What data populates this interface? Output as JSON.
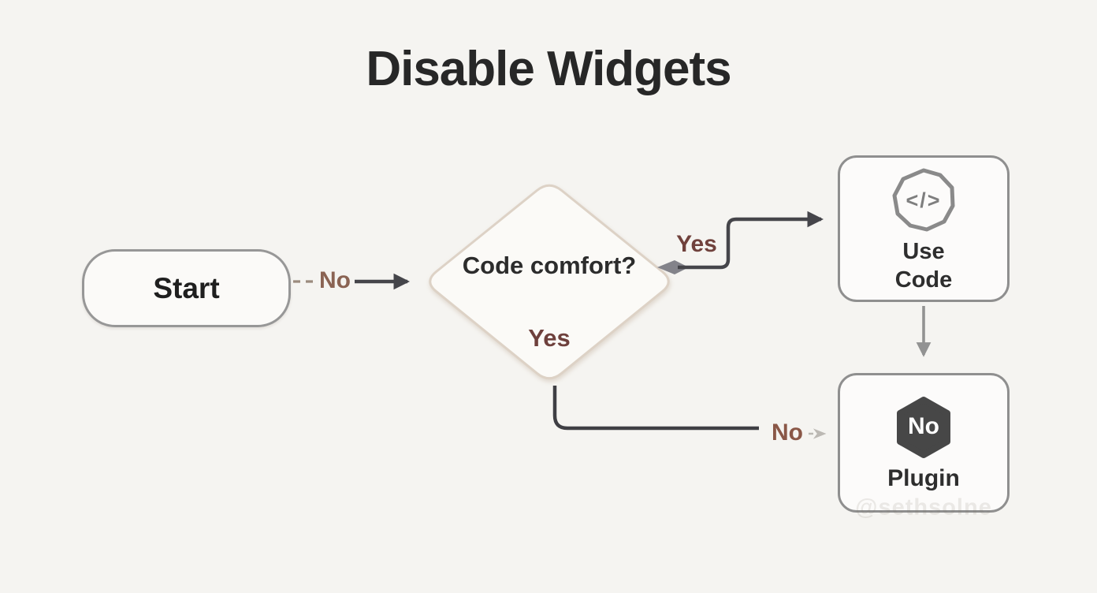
{
  "title": "Disable Widgets",
  "nodes": {
    "start": {
      "label": "Start"
    },
    "decision": {
      "question": "Code comfort?",
      "inner_label": "Yes"
    },
    "use_code": {
      "line1": "Use",
      "line2": "Code",
      "icon_glyph": "</>"
    },
    "plugin": {
      "label": "Plugin",
      "icon_label": "No"
    }
  },
  "edges": {
    "start_to_decision": {
      "label": "No"
    },
    "decision_to_use_code": {
      "label": "Yes"
    },
    "decision_to_plugin": {
      "label": "No"
    }
  },
  "watermark": "@sethsolne",
  "colors": {
    "background": "#f5f4f1",
    "wire_dark": "#45454a",
    "wire_gray": "#929292",
    "wire_light_dashed": "#bcb9b4",
    "dash_brown": "#9b8b7e",
    "label_brown": "#8a6353",
    "label_maroon": "#6e403c",
    "node_border": "#8f8f8f",
    "diamond_border": "#ddd2c6",
    "hexagon_fill": "#474747"
  }
}
